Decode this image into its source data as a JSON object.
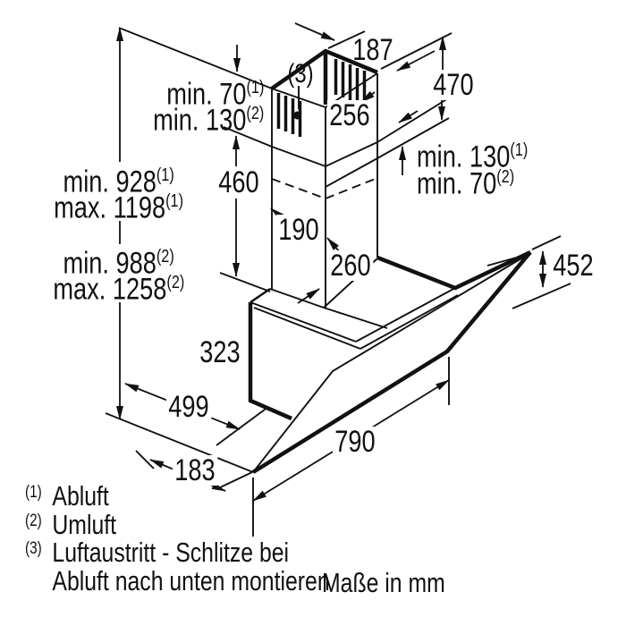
{
  "diagram": {
    "dims": {
      "top_width": "187",
      "chimney_height": "470",
      "upper_section_width": "256",
      "lower_section_height": "460",
      "lower_section_depth": "190",
      "lower_section_width": "260",
      "glass_height": "452",
      "body_height": "323",
      "body_depth": "499",
      "bottom_depth": "183",
      "glass_width": "790"
    },
    "clearance_top_left": {
      "line1": {
        "text": "min. 70",
        "sup": "(1)"
      },
      "line2": {
        "text": "min. 130",
        "sup": "(2)"
      }
    },
    "clearance_right": {
      "line1": {
        "text": "min. 130",
        "sup": "(1)"
      },
      "line2": {
        "text": "min. 70",
        "sup": "(2)"
      }
    },
    "mount_heights": {
      "line1": {
        "text": "min. 928",
        "sup": "(1)"
      },
      "line2": {
        "text": "max. 1198",
        "sup": "(1)"
      },
      "line3": {
        "text": "min. 988",
        "sup": "(2)"
      },
      "line4": {
        "text": "max. 1258",
        "sup": "(2)"
      }
    },
    "outlet_marker": "(3)",
    "footnotes": [
      {
        "sup": "(1)",
        "text": "Abluft"
      },
      {
        "sup": "(2)",
        "text": "Umluft"
      },
      {
        "sup": "(3)",
        "text": "Luftaustritt - Schlitze bei"
      },
      {
        "sup": "",
        "text": "Abluft nach unten montieren"
      }
    ],
    "units_note": "Maße in mm",
    "colors": {
      "line": "#111111",
      "bg": "#ffffff"
    }
  }
}
